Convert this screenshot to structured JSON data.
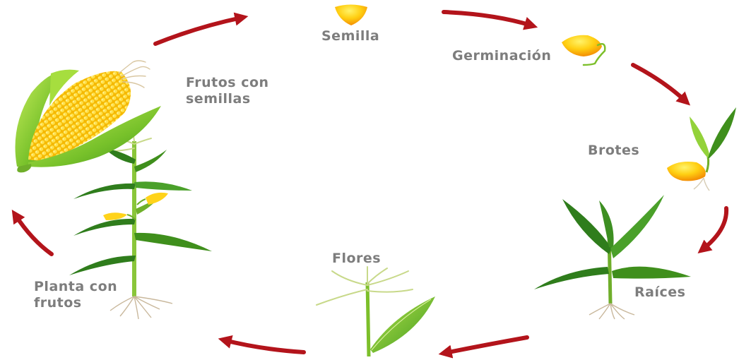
{
  "colors": {
    "label_text": "#7d7d7d",
    "arrow": "#b3141b",
    "leaf_light": "#8ccf2e",
    "leaf_dark": "#2f7d1c",
    "seed_yellow": "#ffd21a",
    "seed_orange": "#f07a00",
    "corn_kernel": "#ffd31a",
    "root": "#c9b89c"
  },
  "stages": [
    {
      "id": "semilla",
      "lines": [
        "Semilla"
      ]
    },
    {
      "id": "germinacion",
      "lines": [
        "Germinación"
      ]
    },
    {
      "id": "brotes",
      "lines": [
        "Brotes"
      ]
    },
    {
      "id": "raices",
      "lines": [
        "Raíces"
      ]
    },
    {
      "id": "flores",
      "lines": [
        "Flores"
      ]
    },
    {
      "id": "planta-con-frutos",
      "lines": [
        "Planta con",
        "frutos"
      ]
    },
    {
      "id": "frutos-con-semillas",
      "lines": [
        "Frutos con",
        "semillas"
      ]
    }
  ]
}
